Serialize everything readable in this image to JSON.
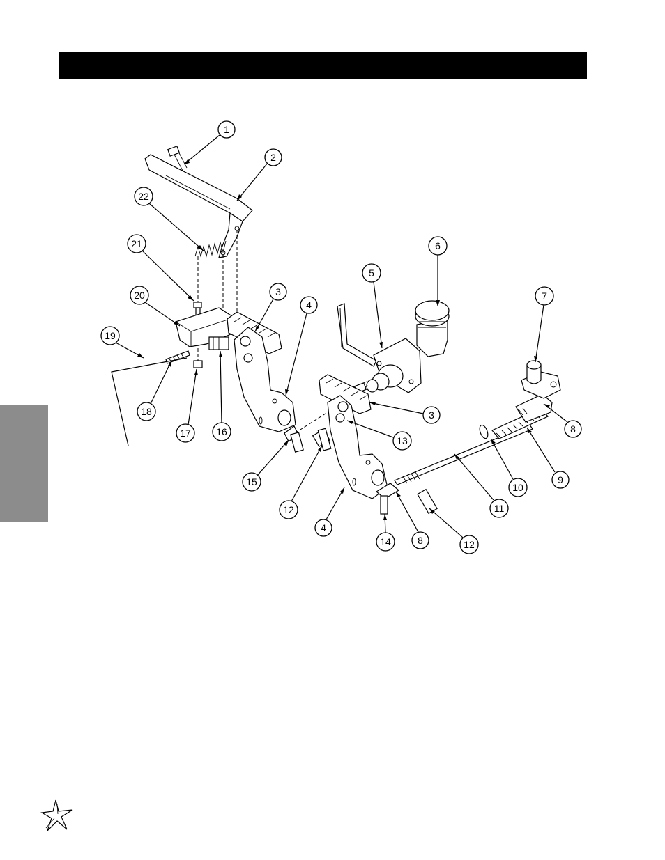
{
  "page": {
    "header_title": "",
    "colors": {
      "header_bar": "#000000",
      "side_tab": "#8c8c8c",
      "line": "#000000"
    }
  },
  "diagram": {
    "callouts": [
      "1",
      "2",
      "22",
      "21",
      "20",
      "19",
      "18",
      "17",
      "16",
      "15",
      "3",
      "4",
      "5",
      "6",
      "7",
      "3",
      "13",
      "12",
      "4",
      "8",
      "9",
      "10",
      "11",
      "12",
      "14",
      "8"
    ]
  },
  "footer": {
    "logo_icon": "star-logo-icon"
  }
}
